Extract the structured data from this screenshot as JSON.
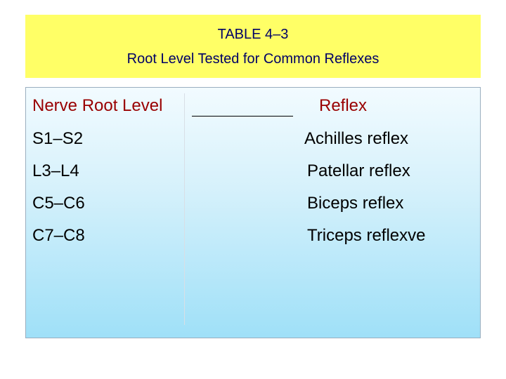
{
  "title": {
    "line1": "TABLE 4–3",
    "line2": "Root Level Tested for Common Reflexes"
  },
  "table": {
    "headers": {
      "root_level": "Nerve Root Level",
      "reflex": "Reflex"
    },
    "rows": [
      {
        "root_level": "S1–S2",
        "reflex": "Achilles reflex"
      },
      {
        "root_level": "L3–L4",
        "reflex": "Patellar reflex"
      },
      {
        "root_level": "C5–C6",
        "reflex": "Biceps reflex"
      },
      {
        "root_level": "C7–C8",
        "reflex": "Triceps reflexve"
      }
    ]
  },
  "colors": {
    "title_background": "#ffff66",
    "title_text": "#000066",
    "header_text": "#990000",
    "table_gradient_top": "#f2fbff",
    "table_gradient_bottom": "#9fe0f8"
  }
}
